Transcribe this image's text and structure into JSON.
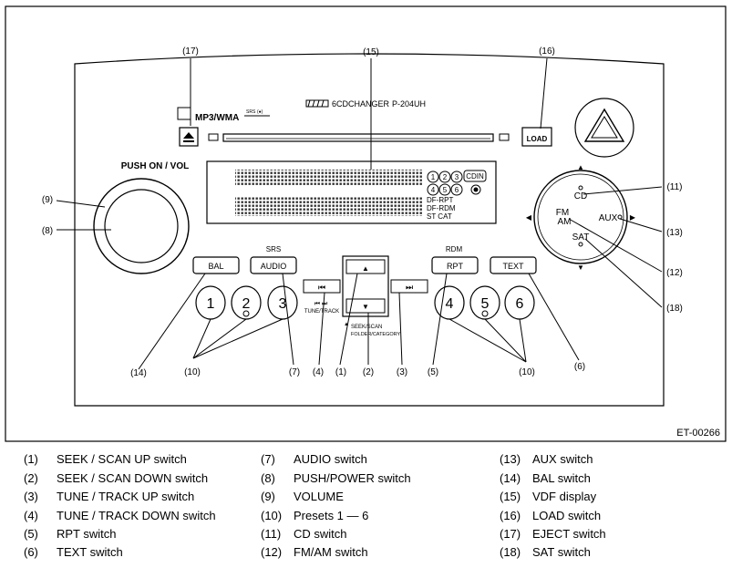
{
  "figure_id": "ET-00266",
  "unit": {
    "cd_logo_text": "6CDCHANGER",
    "model": "P-204UH",
    "mp3_wma": "MP3/WMA",
    "srs_small": "SRS",
    "srs_symbol": "(●)",
    "load": "LOAD",
    "push_on_vol": "PUSH ON / VOL",
    "srs_label": "SRS",
    "rdm_label": "RDM",
    "bal": "BAL",
    "audio": "AUDIO",
    "rpt": "RPT",
    "text": "TEXT",
    "tune_track": "TUNE/TRACK",
    "seek_scan": "SEEK/SCAN",
    "folder_category": "FOLDER/CATEGORY",
    "cd": "CD",
    "fm": "FM",
    "am": "AM",
    "aux": "AUX",
    "sat": "SAT",
    "presets_left": [
      "1",
      "2",
      "3"
    ],
    "presets_right": [
      "4",
      "5",
      "6"
    ],
    "display_discs_top": [
      "1",
      "2",
      "3"
    ],
    "display_discs_bottom": [
      "4",
      "5",
      "6"
    ],
    "display_cdin": "CDIN",
    "display_df_rpt": "DF-RPT",
    "display_df_rdm": "DF-RDM",
    "display_st_cat": "ST CAT"
  },
  "callouts": {
    "c1": "(1)",
    "c2": "(2)",
    "c3": "(3)",
    "c4": "(4)",
    "c5": "(5)",
    "c6": "(6)",
    "c7": "(7)",
    "c8": "(8)",
    "c9": "(9)",
    "c10a": "(10)",
    "c10b": "(10)",
    "c11": "(11)",
    "c12": "(12)",
    "c13": "(13)",
    "c14": "(14)",
    "c15": "(15)",
    "c16": "(16)",
    "c17": "(17)",
    "c18": "(18)"
  },
  "legend": [
    {
      "num": "(1)",
      "label": "SEEK / SCAN UP switch"
    },
    {
      "num": "(2)",
      "label": "SEEK / SCAN DOWN switch"
    },
    {
      "num": "(3)",
      "label": "TUNE / TRACK UP switch"
    },
    {
      "num": "(4)",
      "label": "TUNE / TRACK DOWN switch"
    },
    {
      "num": "(5)",
      "label": "RPT switch"
    },
    {
      "num": "(6)",
      "label": "TEXT switch"
    },
    {
      "num": "(7)",
      "label": "AUDIO switch"
    },
    {
      "num": "(8)",
      "label": "PUSH/POWER switch"
    },
    {
      "num": "(9)",
      "label": "VOLUME"
    },
    {
      "num": "(10)",
      "label": "Presets 1 — 6"
    },
    {
      "num": "(11)",
      "label": "CD switch"
    },
    {
      "num": "(12)",
      "label": "FM/AM switch"
    },
    {
      "num": "(13)",
      "label": "AUX switch"
    },
    {
      "num": "(14)",
      "label": "BAL switch"
    },
    {
      "num": "(15)",
      "label": "VDF display"
    },
    {
      "num": "(16)",
      "label": "LOAD switch"
    },
    {
      "num": "(17)",
      "label": "EJECT switch"
    },
    {
      "num": "(18)",
      "label": "SAT switch"
    }
  ]
}
